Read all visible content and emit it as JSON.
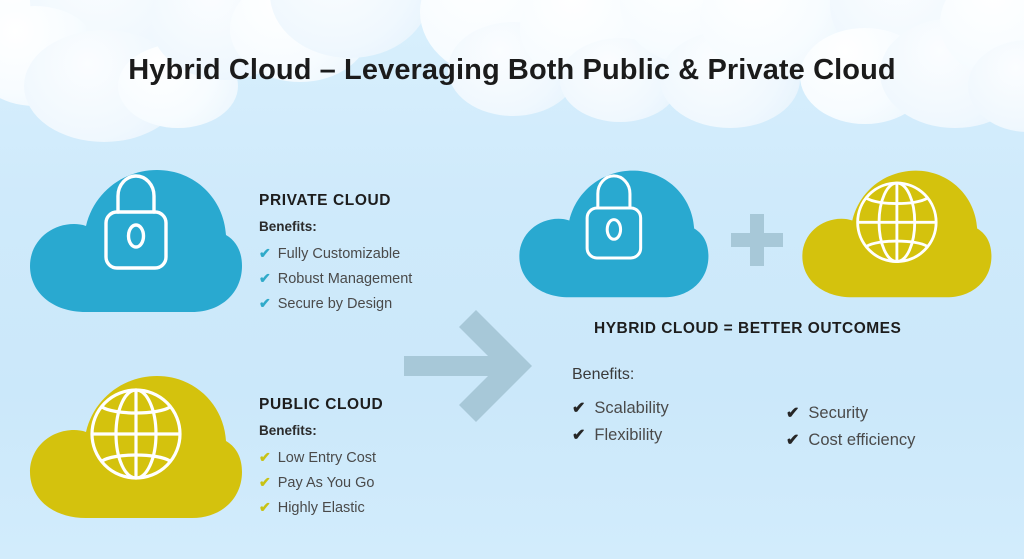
{
  "title": "Hybrid Cloud – Leveraging Both Public & Private Cloud",
  "colors": {
    "private_cloud": "#29a9d0",
    "public_cloud": "#d4c20d",
    "background": "#cfeafb",
    "arrow": "#a7c8d8",
    "plus": "#a7c8d8",
    "check_private": "#30aac9",
    "check_public": "#c8c215",
    "check_hybrid": "#262626",
    "title_text": "#1b1b1b"
  },
  "private": {
    "heading": "PRIVATE CLOUD",
    "benefits_label": "Benefits:",
    "icon": "lock-icon",
    "benefits": [
      "Fully Customizable",
      "Robust Management",
      "Secure by Design"
    ]
  },
  "public": {
    "heading": "PUBLIC CLOUD",
    "benefits_label": "Benefits:",
    "icon": "globe-icon",
    "benefits": [
      "Low Entry Cost",
      "Pay As You Go",
      "Highly Elastic"
    ]
  },
  "hybrid": {
    "heading": "HYBRID CLOUD  = BETTER OUTCOMES",
    "benefits_label": "Benefits:",
    "plus_symbol": "+",
    "private_icon": "lock-icon",
    "public_icon": "globe-icon",
    "benefits_left": [
      "Scalability",
      "Flexibility"
    ],
    "benefits_right": [
      "Security",
      "Cost efficiency"
    ]
  },
  "arrow": {
    "icon": "arrow-right-icon",
    "direction": "right"
  },
  "check_glyph": "✔"
}
